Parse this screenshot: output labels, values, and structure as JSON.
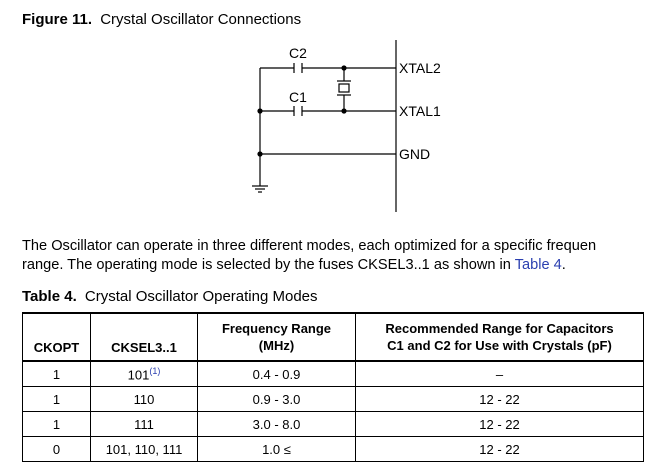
{
  "figure": {
    "number": "Figure 11.",
    "title": "Crystal Oscillator Connections"
  },
  "circuit": {
    "labels": {
      "c2": "C2",
      "c1": "C1",
      "xtal2": "XTAL2",
      "xtal1": "XTAL1",
      "gnd": "GND"
    }
  },
  "paragraph": {
    "line1": "The Oscillator can operate in three different modes, each optimized for a specific frequen",
    "line2_before": "range. The operating mode is selected by the fuses CKSEL3..1 as shown in ",
    "line2_link": "Table 4",
    "line2_after": "."
  },
  "table": {
    "number": "Table 4.",
    "title": "Crystal Oscillator Operating Modes",
    "headers": {
      "ckopt": "CKOPT",
      "cksel": "CKSEL3..1",
      "freq_line1": "Frequency Range",
      "freq_line2": "(MHz)",
      "cap_line1": "Recommended Range for Capacitors",
      "cap_line2": "C1 and C2 for Use with Crystals (pF)"
    },
    "rows": [
      {
        "ckopt": "1",
        "cksel": "101",
        "cksel_note": "(1)",
        "freq": "0.4 - 0.9",
        "cap": "–"
      },
      {
        "ckopt": "1",
        "cksel": "110",
        "cksel_note": "",
        "freq": "0.9 - 3.0",
        "cap": "12 - 22"
      },
      {
        "ckopt": "1",
        "cksel": "111",
        "cksel_note": "",
        "freq": "3.0 - 8.0",
        "cap": "12 - 22"
      },
      {
        "ckopt": "0",
        "cksel": "101, 110, 111",
        "cksel_note": "",
        "freq": "1.0 ≤",
        "cap": "12 - 22"
      }
    ]
  }
}
